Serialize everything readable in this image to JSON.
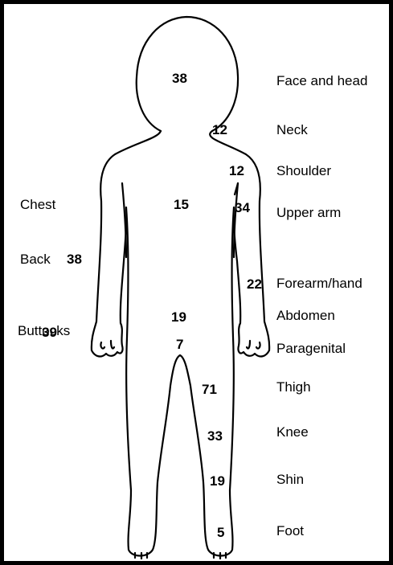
{
  "body_regions": {
    "face_head": {
      "label": "Face and head",
      "count": "38"
    },
    "neck": {
      "label": "Neck",
      "count": "12"
    },
    "shoulder": {
      "label": "Shoulder",
      "count": "12"
    },
    "chest": {
      "label": "Chest",
      "count": "15"
    },
    "upper_arm": {
      "label": "Upper arm",
      "count": "34"
    },
    "back": {
      "label": "Back",
      "count": "38"
    },
    "forearm_hand": {
      "label": "Forearm/hand",
      "count": "22"
    },
    "abdomen": {
      "label": "Abdomen",
      "count": "19"
    },
    "buttocks": {
      "label": "Buttocks",
      "count": "39"
    },
    "paragenital": {
      "label": "Paragenital",
      "count": "7"
    },
    "thigh": {
      "label": "Thigh",
      "count": "71"
    },
    "knee": {
      "label": "Knee",
      "count": "33"
    },
    "shin": {
      "label": "Shin",
      "count": "19"
    },
    "foot": {
      "label": "Foot",
      "count": "5"
    }
  },
  "colors": {
    "ink": "#000000",
    "background": "#ffffff"
  }
}
